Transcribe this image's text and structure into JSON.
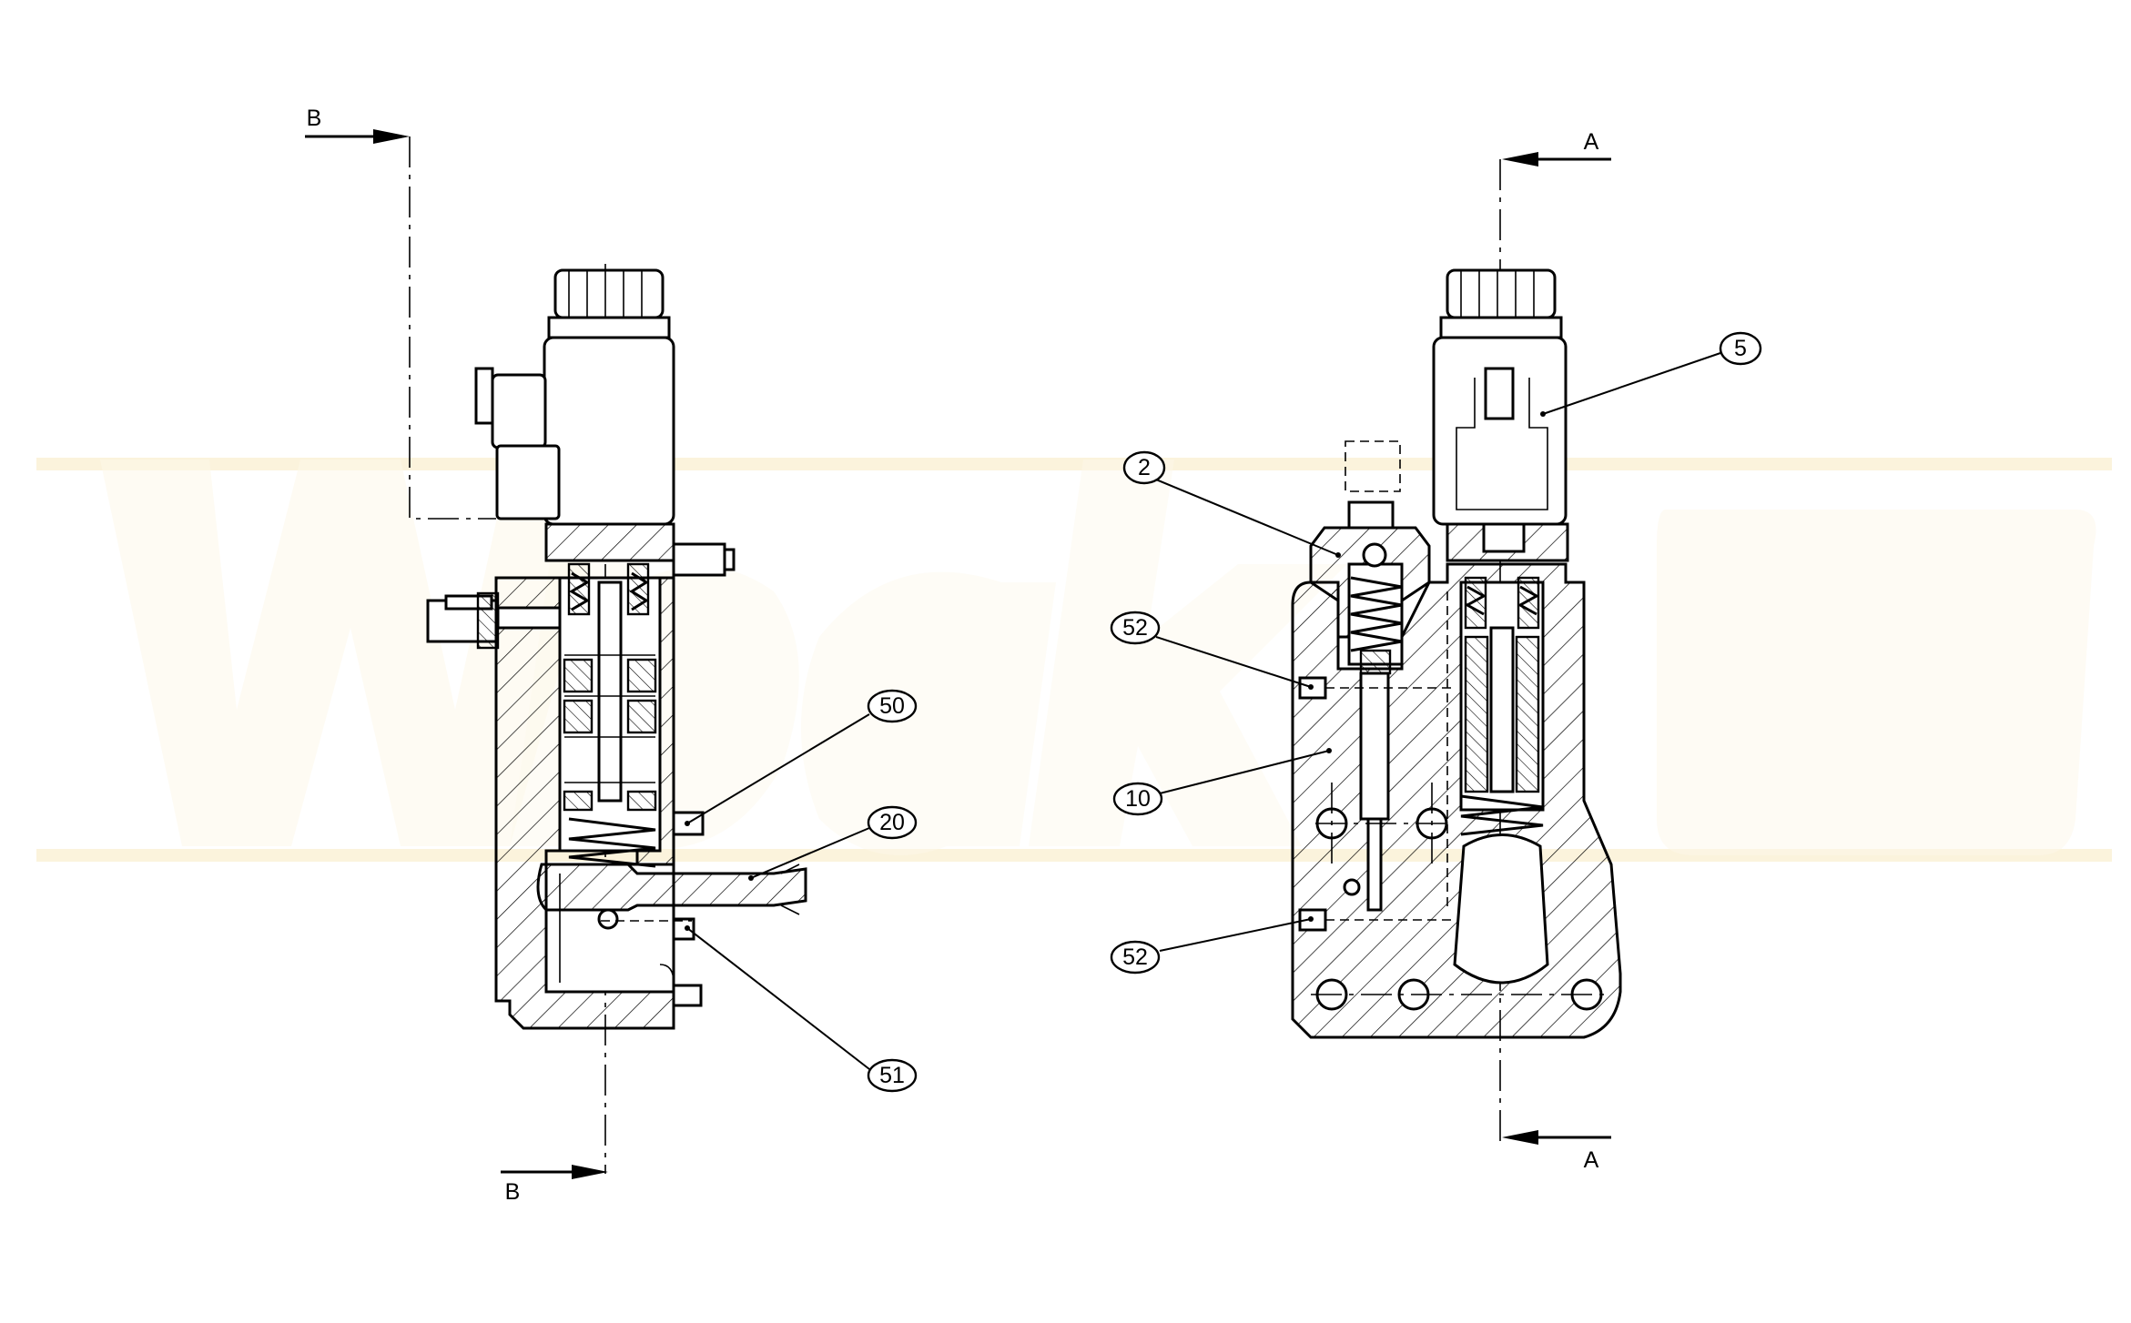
{
  "section_marks": {
    "left_top": "B",
    "left_bottom": "B",
    "right_top": "A",
    "right_bottom": "A"
  },
  "balloons": [
    {
      "id": "5",
      "text": "5"
    },
    {
      "id": "2",
      "text": "2"
    },
    {
      "id": "52a",
      "text": "52"
    },
    {
      "id": "10",
      "text": "10"
    },
    {
      "id": "52b",
      "text": "52"
    },
    {
      "id": "50",
      "text": "50"
    },
    {
      "id": "20",
      "text": "20"
    },
    {
      "id": "51",
      "text": "51"
    }
  ],
  "colors": {
    "line": "#000000",
    "background": "#ffffff",
    "watermark": "#fbf3dc"
  }
}
